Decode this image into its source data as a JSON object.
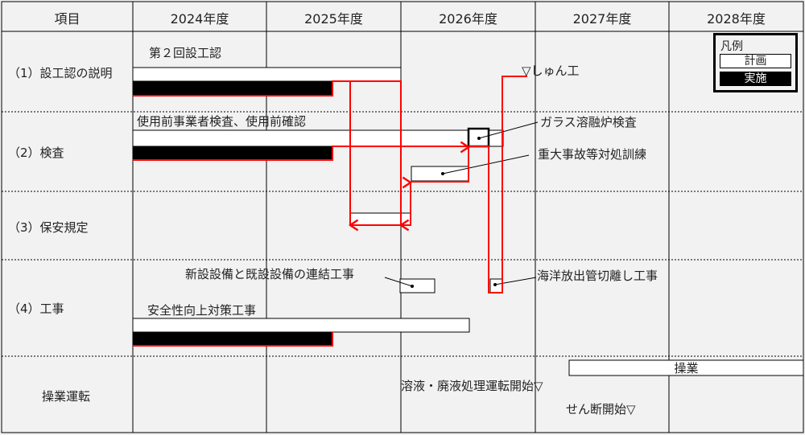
{
  "header": {
    "item": "項目",
    "years": [
      "2024年度",
      "2025年度",
      "2026年度",
      "2027年度",
      "2028年度"
    ]
  },
  "rows": [
    {
      "label": "（1）設工認の説明"
    },
    {
      "label": "（2）検査"
    },
    {
      "label": "（3）保安規定"
    },
    {
      "label": "（4）工事"
    },
    {
      "label": "操業運転"
    }
  ],
  "tasks": {
    "design_approval": "第２回設工認",
    "pre_use_inspection": "使用前事業者検査、使用前確認",
    "glass_melter_inspection": "ガラス溶融炉検査",
    "severe_accident_drill": "重大事故等対処訓練",
    "connection_work": "新設設備と既設設備の連結工事",
    "ocean_discharge_disconnect": "海洋放出管切離し工事",
    "safety_improvement": "安全性向上対策工事",
    "operation": "操業"
  },
  "milestones": {
    "completion": "▽しゅん工",
    "solution_start": "溶液・廃液処理運転開始▽",
    "shearing_start": "せん断開始▽"
  },
  "legend": {
    "title": "凡例",
    "plan": "計画",
    "actual": "実施"
  },
  "colors": {
    "background": "#f2f2f2",
    "plan": "#ffffff",
    "actual": "#000000",
    "link": "#ff0000"
  }
}
